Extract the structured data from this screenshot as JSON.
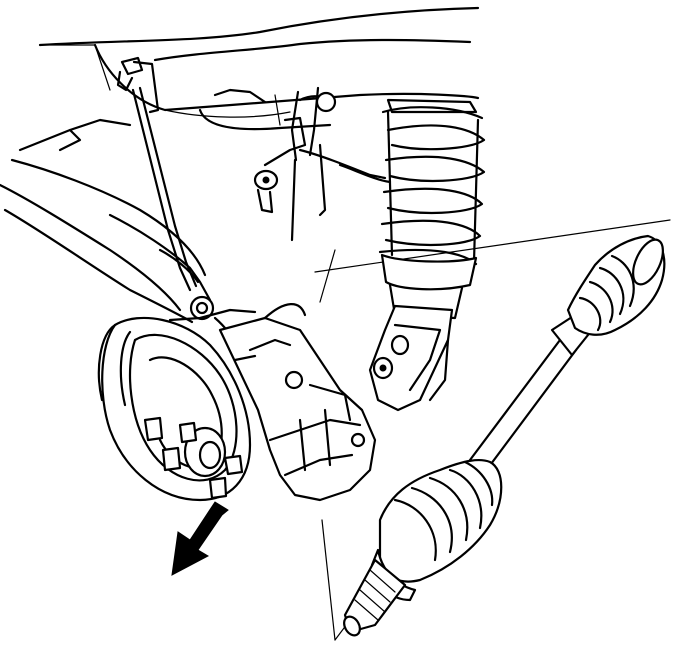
{
  "diagram": {
    "colors": {
      "ink": "#000000",
      "paper": "#ffffff"
    },
    "components": [
      "vehicle-body-underside",
      "brake-hose-bracket",
      "control-arm",
      "coil-spring-strut",
      "strut-lower-mount",
      "brake-disc-hub",
      "wheel-studs",
      "brake-caliper",
      "drive-shaft",
      "outer-cv-boot",
      "inner-cv-boot",
      "splined-shaft-end",
      "direction-arrow"
    ],
    "callout": {
      "direction_arrow": "removal-direction"
    }
  }
}
